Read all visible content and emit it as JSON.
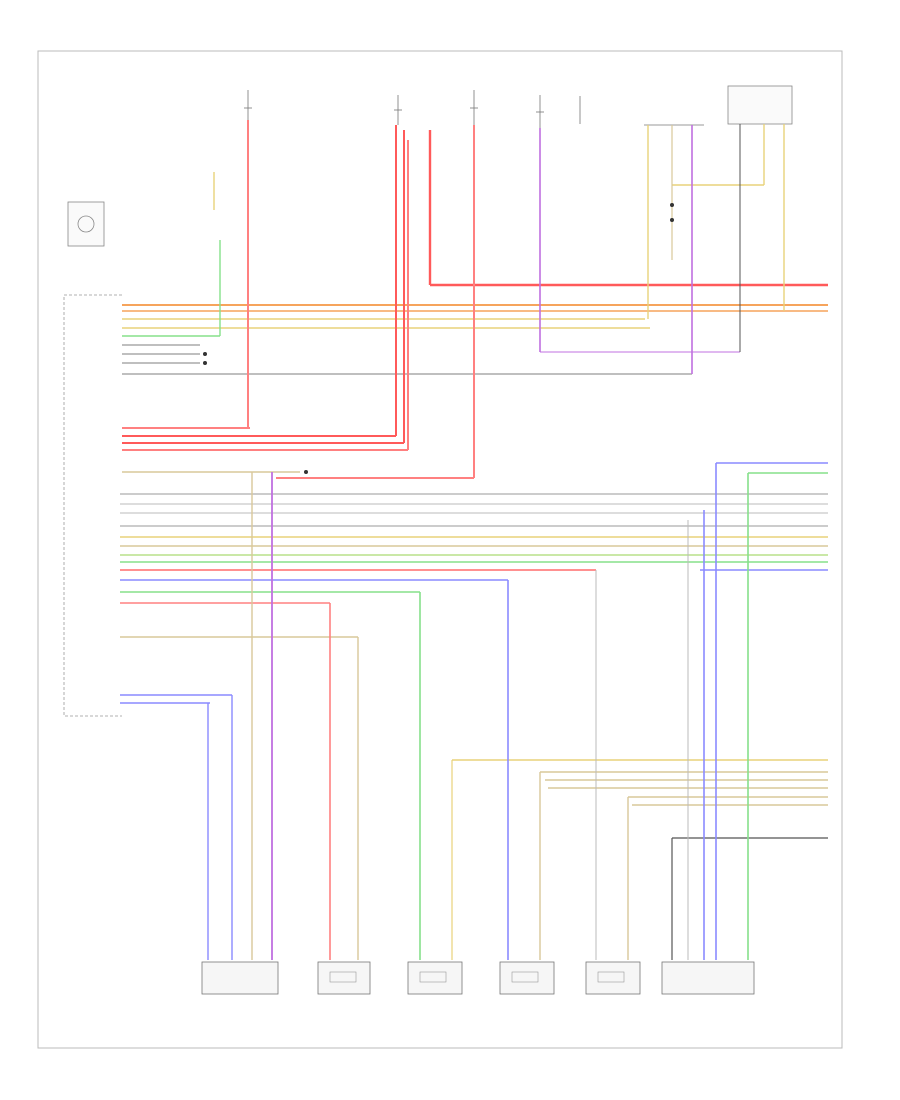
{
  "diagram": {
    "code_label": "",
    "module_labels": {
      "climate_module": "",
      "ac_pressure_switch": "",
      "temp_sensor": "",
      "display_unit": ""
    },
    "bottom_components": [
      {
        "id": "c1",
        "label": ""
      },
      {
        "id": "c2",
        "label": ""
      },
      {
        "id": "c3",
        "label": ""
      },
      {
        "id": "c4",
        "label": ""
      },
      {
        "id": "c5",
        "label": ""
      },
      {
        "id": "c6",
        "label": ""
      }
    ],
    "colors": {
      "red": "#ff8080",
      "orange": "#f6a45c",
      "yellow": "#e8d27a",
      "green": "#86e08a",
      "blue": "#8a8aff",
      "violet": "#c070e0",
      "gray": "#9a9a9a",
      "dark": "#555555",
      "red_dark": "#ff5a5a",
      "tan": "#d9c89a"
    }
  }
}
